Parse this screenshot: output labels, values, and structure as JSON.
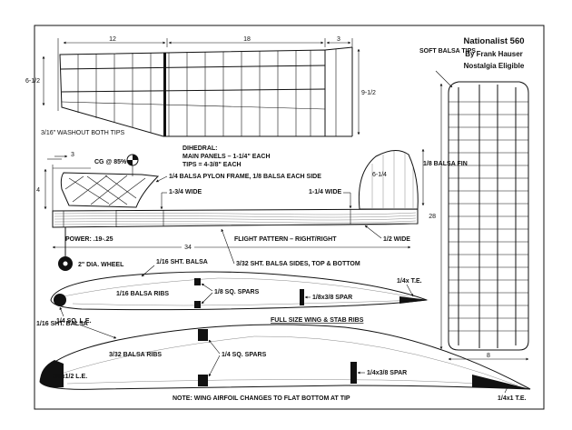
{
  "title": {
    "name": "Nationalist 560",
    "author": "By Frank Hauser",
    "class": "Nostalgia Eligible"
  },
  "wing_plan": {
    "dim_outer": "12",
    "dim_center": "18",
    "dim_tip": "3",
    "chord_tip": "6-1/2",
    "chord_root": "9-1/2",
    "washout_note": "3/16\" WASHOUT BOTH TIPS"
  },
  "dihedral": {
    "heading": "DIHEDRAL:",
    "main": "MAIN PANELS – 1-1/4\" EACH",
    "tips": "TIPS = 4-3/8\" EACH"
  },
  "fuselage": {
    "cg": "CG @ 85%",
    "dim_3": "3",
    "dim_4": "4",
    "pylon": "1/4 BALSA PYLON FRAME, 1/8 BALSA EACH SIDE",
    "front_width": "1-3/4 WIDE",
    "rear_width": "1-1/4 WIDE",
    "fin": "1/8 BALSA FIN",
    "fin_height": "6-1/4",
    "power": "POWER: .19-.25",
    "flight_pattern": "FLIGHT PATTERN – RIGHT/RIGHT",
    "length": "34",
    "tail_width": "1/2 WIDE",
    "wheel": "2\" DIA. WHEEL",
    "sides": "3/32 SHT. BALSA SIDES, TOP & BOTTOM"
  },
  "stab_plan": {
    "tips_note": "SOFT BALSA TIPS",
    "span": "28",
    "chord": "8"
  },
  "stab_rib": {
    "top_sheet": "1/16 SHT. BALSA",
    "ribs": "1/16 BALSA RIBS",
    "spars": "1/8 SQ. SPARS",
    "le": "1/4 SQ. L.E.",
    "spar": "1/8x3/8 SPAR",
    "te": "1/4x T.E."
  },
  "full_size_note": "FULL SIZE WING & STAB RIBS",
  "wing_rib": {
    "top_sheet": "1/16 SHT. BALSA",
    "ribs": "3/32 BALSA RIBS",
    "spars": "1/4 SQ. SPARS",
    "le": "3/8x1/2 L.E.",
    "spar": "1/4x3/8 SPAR",
    "te": "1/4x1 T.E."
  },
  "airfoil_note": "NOTE: WING AIRFOIL CHANGES TO FLAT BOTTOM AT TIP"
}
